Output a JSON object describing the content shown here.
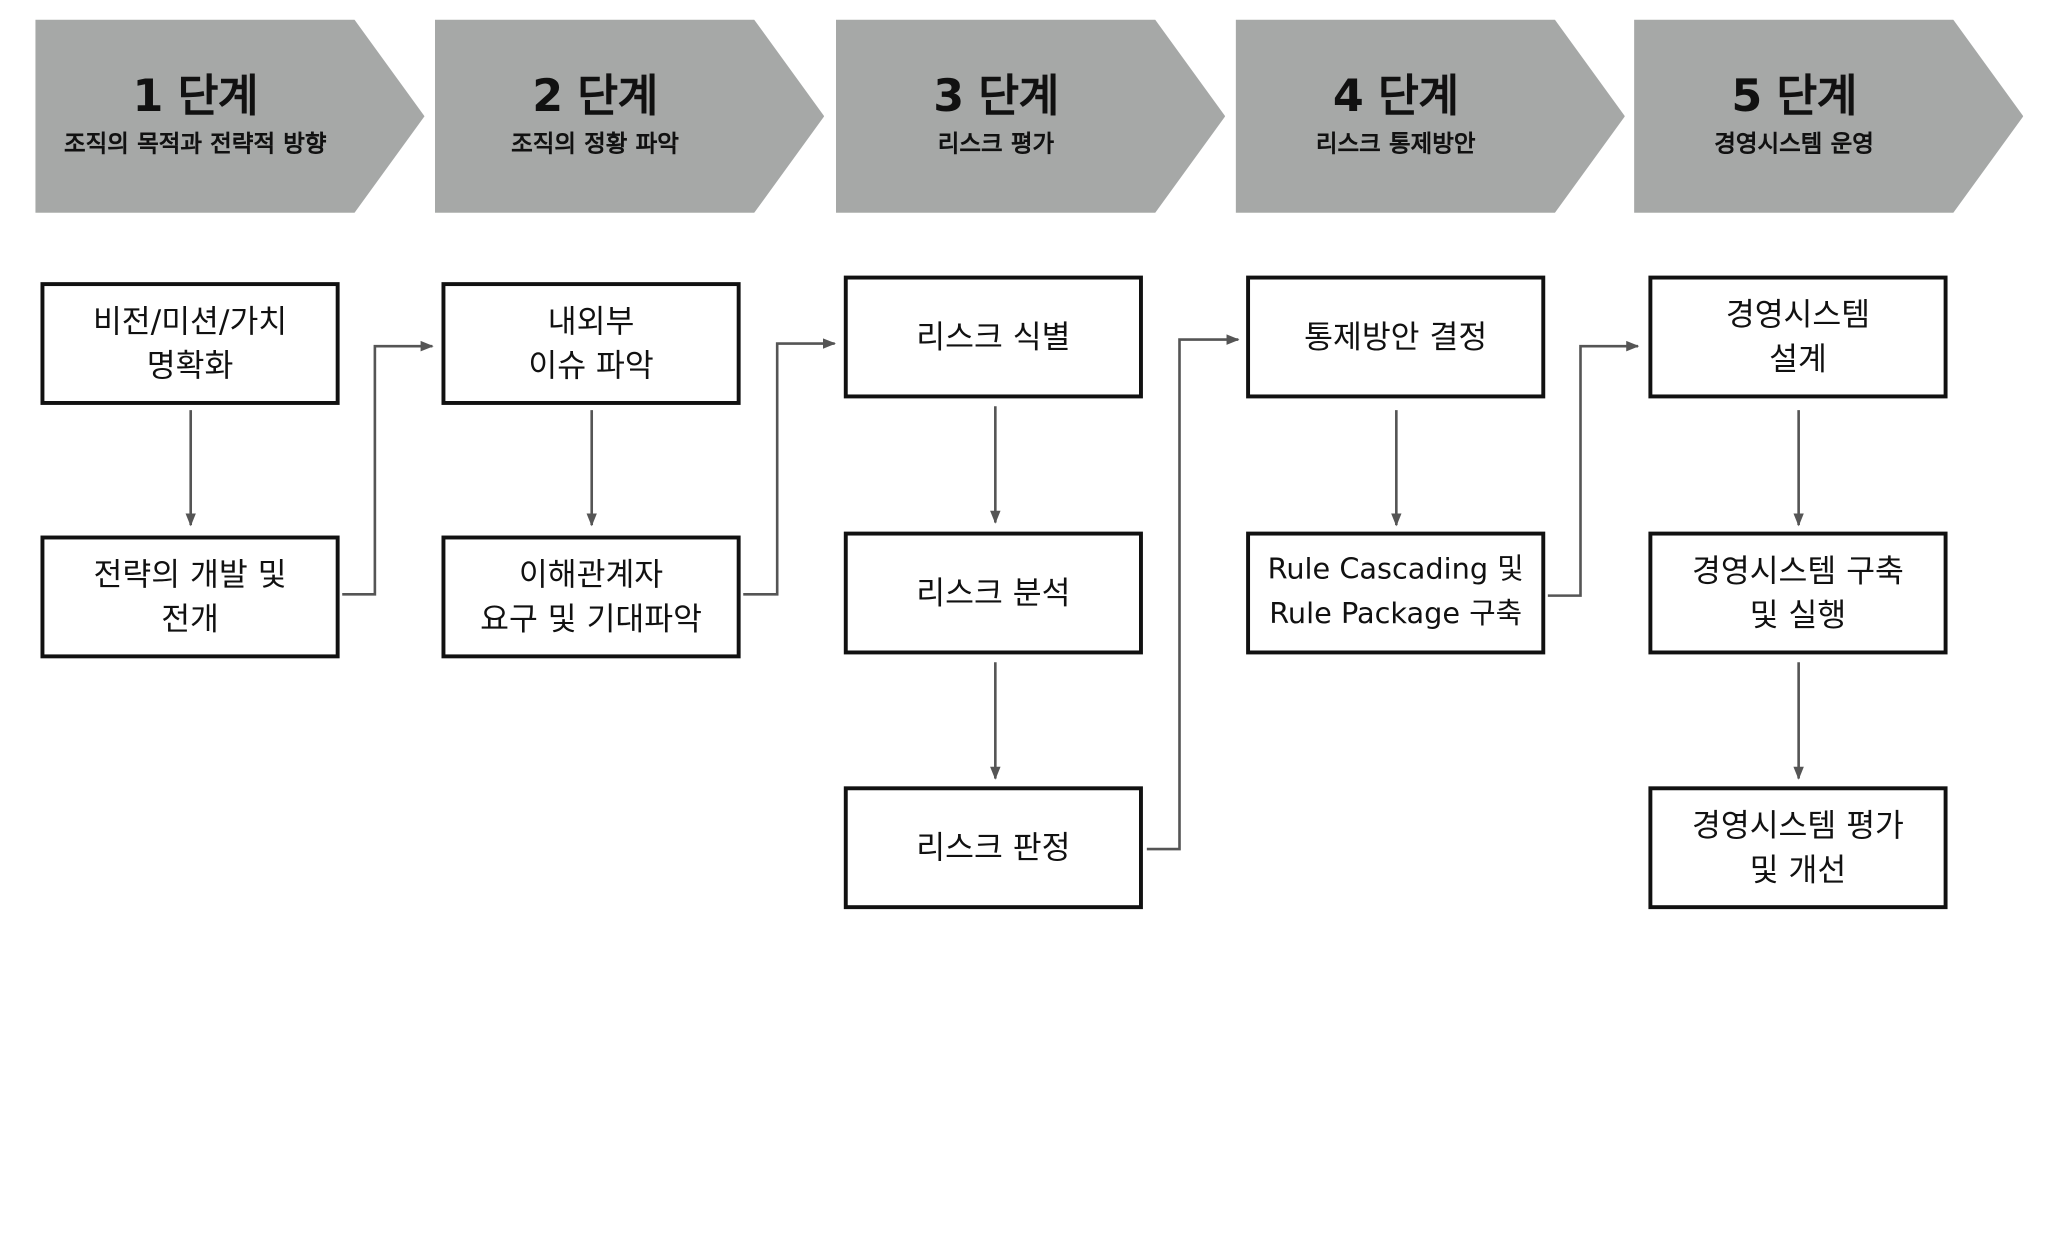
{
  "stages": [
    {
      "num": "1 단계",
      "title": "조직의 목적과 전략적 방향"
    },
    {
      "num": "2 단계",
      "title": "조직의 정황 파악"
    },
    {
      "num": "3 단계",
      "title": "리스크 평가"
    },
    {
      "num": "4 단계",
      "title": "리스크 통제방안"
    },
    {
      "num": "5 단계",
      "title": "경영시스템 운영"
    }
  ],
  "steps": {
    "s1": [
      "비전/미션/가치\n명확화",
      "전략의 개발 및\n전개"
    ],
    "s2": [
      "내외부\n이슈 파악",
      "이해관계자\n요구 및 기대파악"
    ],
    "s3": [
      "리스크 식별",
      "리스크 분석",
      "리스크 판정"
    ],
    "s4": [
      "통제방안 결정",
      "Rule Cascading 및\nRule Package 구축"
    ],
    "s5": [
      "경영시스템\n설계",
      "경영시스템 구축\n및 실행",
      "경영시스템 평가\n및 개선"
    ]
  },
  "colors": {
    "stage_fill": "#a6a8a7",
    "line": "#555555",
    "box_border": "#111111"
  }
}
